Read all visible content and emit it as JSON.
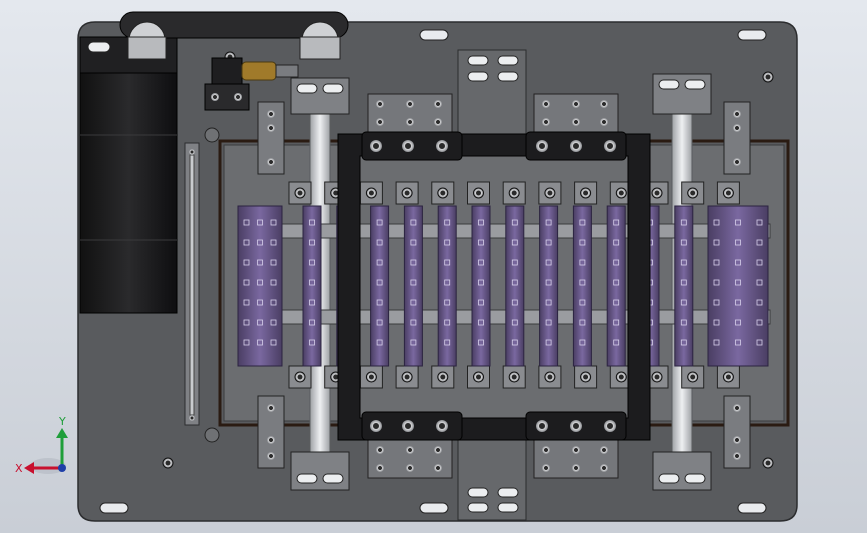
{
  "viewport": {
    "background_top": "#e4e8ee",
    "background_bottom": "#c9ced6"
  },
  "colors": {
    "plate": "#595b5e",
    "plate_edge": "#2b2c2e",
    "frame": "#2a1b12",
    "frame_inner": "#6b6d70",
    "rail": "#d8dadc",
    "purple": "#6b5a8a",
    "purple_dark": "#4a3e63",
    "black_part": "#1c1c1e",
    "bracket": "#7a7c80",
    "bolt": "#c9cacc",
    "brass": "#a07a2a",
    "axis_x": "#c8102e",
    "axis_y": "#1f9e3a",
    "axis_z": "#1e3fa8"
  },
  "triad": {
    "x_label": "X",
    "y_label": "Y"
  },
  "model": {
    "purple_slat_count": 14,
    "column_bracket_count": 13,
    "corner_clamp_count": 4
  }
}
